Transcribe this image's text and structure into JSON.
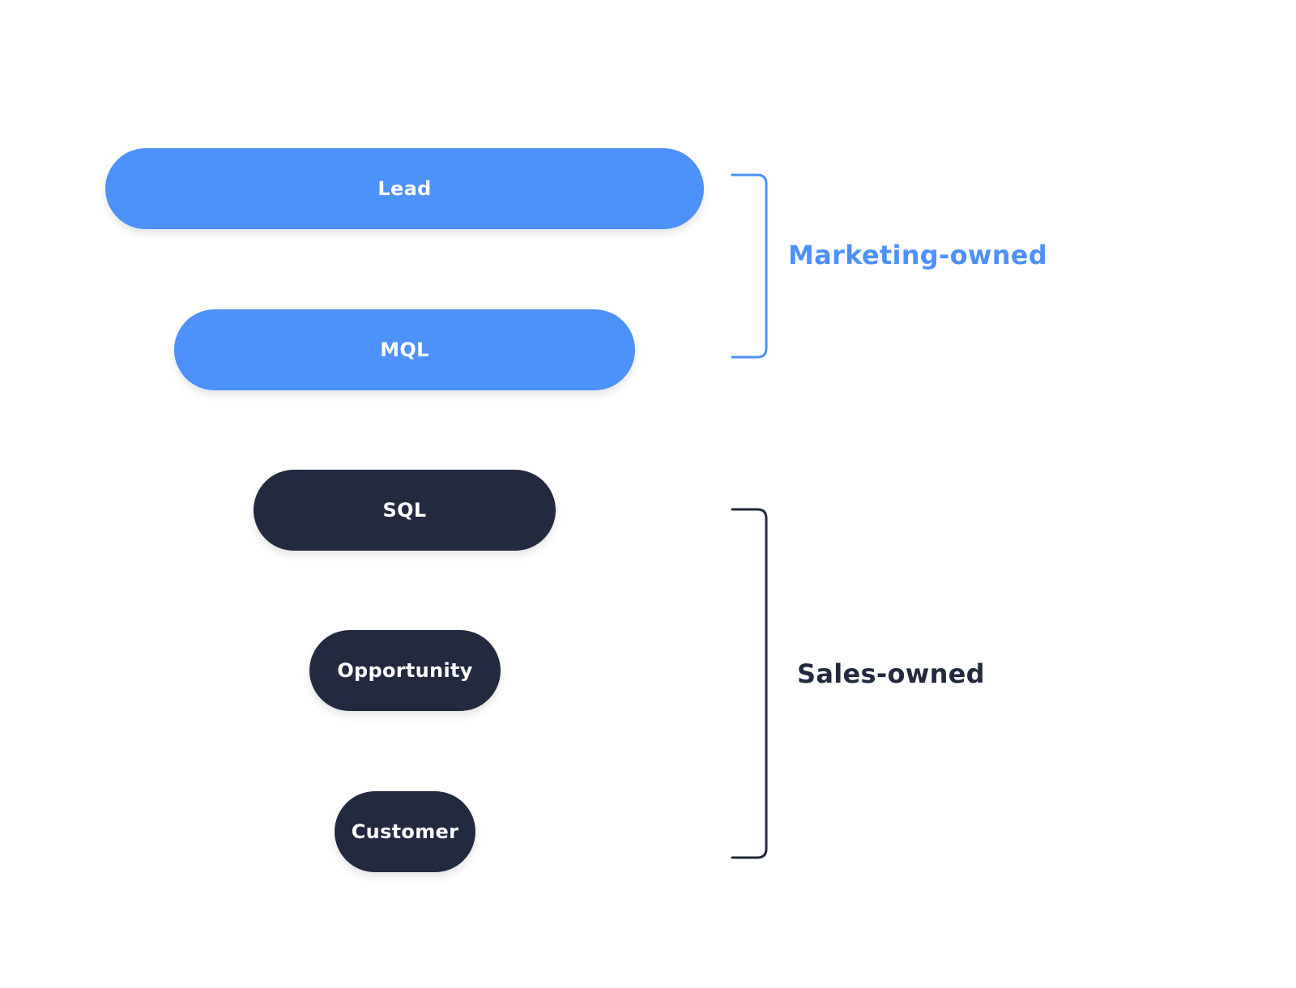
{
  "colors": {
    "marketing": "#4d91fb",
    "sales": "#232a3f"
  },
  "groups": {
    "marketing": {
      "label": "Marketing-owned",
      "stages": [
        "Lead",
        "MQL"
      ]
    },
    "sales": {
      "label": "Sales-owned",
      "stages": [
        "SQL",
        "Opportunity",
        "Customer"
      ]
    }
  }
}
